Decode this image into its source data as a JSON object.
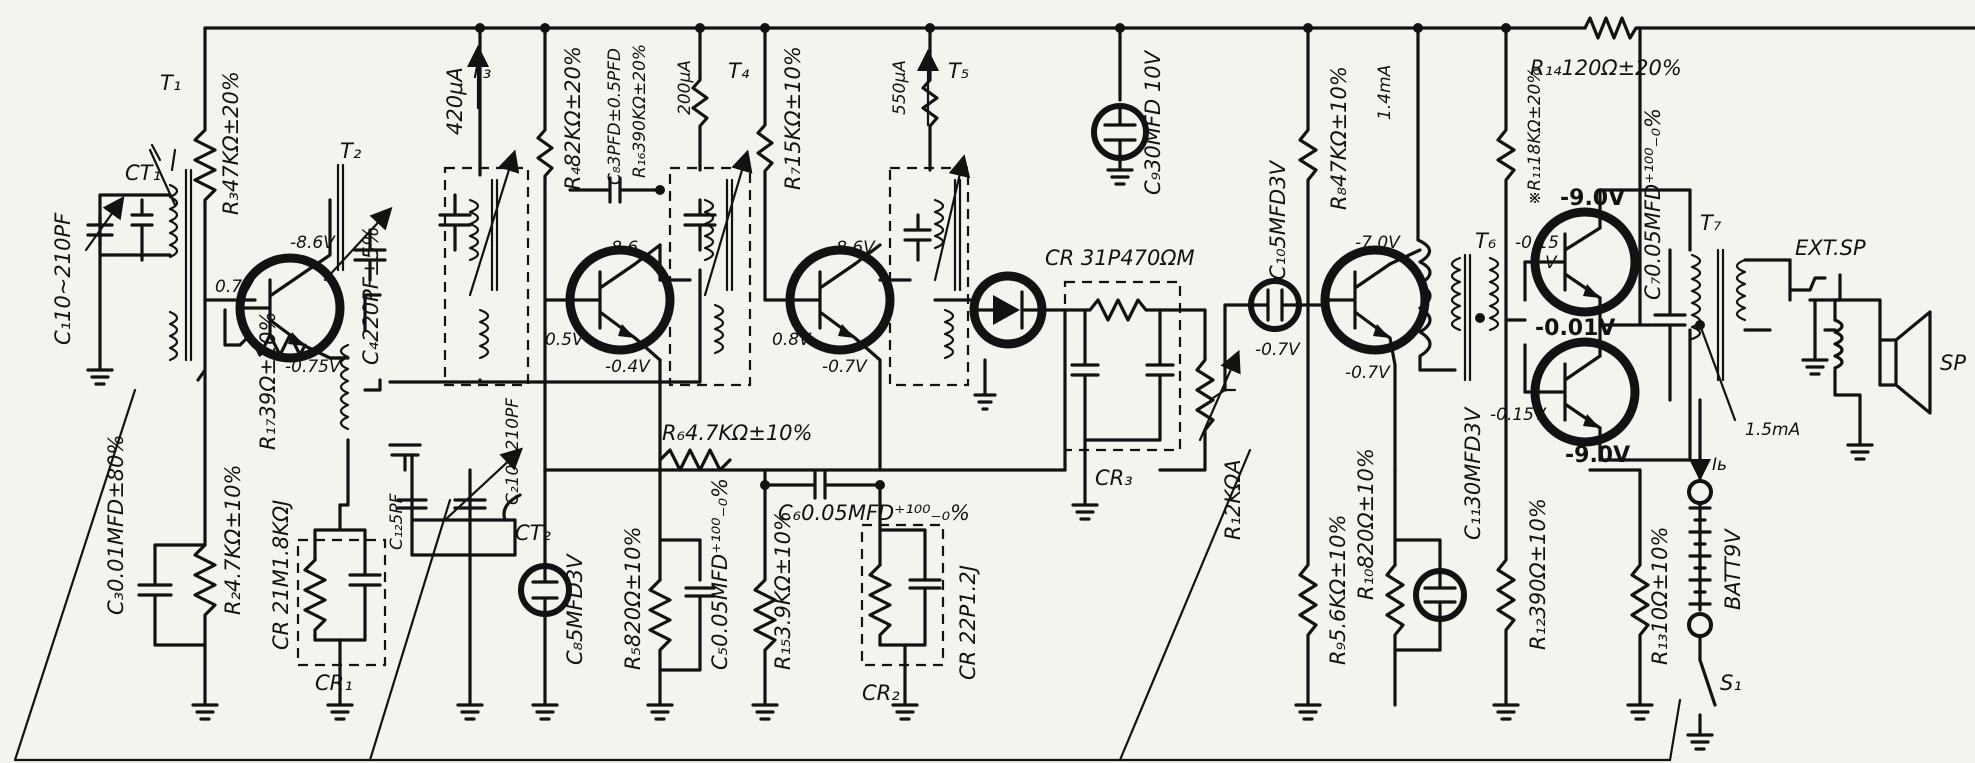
{
  "supply_rail": {
    "R14": "R₁₄120Ω±20%",
    "C9": "C₉30MFD 10V"
  },
  "rf_stage": {
    "T1": "T₁",
    "T2": "T₂",
    "C1": "C₁10~210PF",
    "CT1": "CT₁",
    "R3": "R₃47KΩ±20%",
    "R2": "R₂4.7KΩ±10%",
    "R17": "R₁₇39Ω±10%",
    "C3": "C₃0.01MFD±80%",
    "C4": "C₄220PF±5%",
    "v_tr1_c": "-8.6V",
    "v_tr1_b": "0.7V",
    "v_tr1_e": "-0.75V",
    "CR1_part": "CR 21M1.8KΩJ",
    "CR1": "CR₁"
  },
  "if_stage_1": {
    "T3": "T₃",
    "i_t3": "420μA",
    "R4": "R₄82KΩ±20%",
    "C8_3": "C₈3PFD±0.5PFD",
    "R16": "R₁₆390KΩ±20%",
    "C2": "C₂10~210PF",
    "CT2": "CT₂",
    "C12": "C₁₂5PF",
    "C8": "C₈5MFD3V",
    "v_c": "-8.6",
    "v_b": "0.5V",
    "v_e": "-0.4V"
  },
  "if_stage_2": {
    "T4": "T₄",
    "i_t4": "200μA",
    "R7": "R₇15KΩ±10%",
    "R6": "R₆4.7KΩ±10%",
    "R5": "R₅820Ω±10%",
    "C5": "C₅0.05MFD⁺¹⁰⁰₋₀%",
    "R15": "R₁₅3.9KΩ±10%",
    "C6": "C₆0.05MFD⁺¹⁰⁰₋₀%",
    "v_c": "-8.6V",
    "v_b": "0.8V",
    "v_e": "-0.7V",
    "CR2_part": "CR 22P1.2J",
    "CR2": "CR₂"
  },
  "detector": {
    "T5": "T₅",
    "i_t5": "550μA",
    "CR3_part": "CR 31P470ΩM",
    "CR3": "CR₃",
    "R1": "R₁2KΩA",
    "C10": "C₁₀5MFD3V",
    "v_c10": "-0.7V"
  },
  "audio_driver": {
    "R8": "R₈47KΩ±10%",
    "i_tr": "1.4mA",
    "R9": "R₉5.6KΩ±10%",
    "R10": "R₁₀820Ω±10%",
    "C11": "C₁₁30MFD3V",
    "v_c": "-7.0V",
    "v_e": "-0.7V",
    "T6": "T₆",
    "R11": "※R₁₁18KΩ±20%",
    "R12": "R₁₂390Ω±10%",
    "R13": "R₁₃10Ω±10%"
  },
  "output_stage": {
    "v_top": "-9.0V",
    "v_bias1": "-0.15",
    "v_bias1b": "V",
    "v_mid": "-0.01V",
    "v_bias2": "-0.15V",
    "v_bot": "-9.0V",
    "C7": "C₇0.05MFD⁺¹⁰⁰₋₀%",
    "T7": "T₇",
    "ext_sp": "EXT.SP",
    "sp": "SP",
    "i_out": "1.5mA",
    "ib": "Iь",
    "batt": "BATT9V",
    "S1": "S₁"
  }
}
